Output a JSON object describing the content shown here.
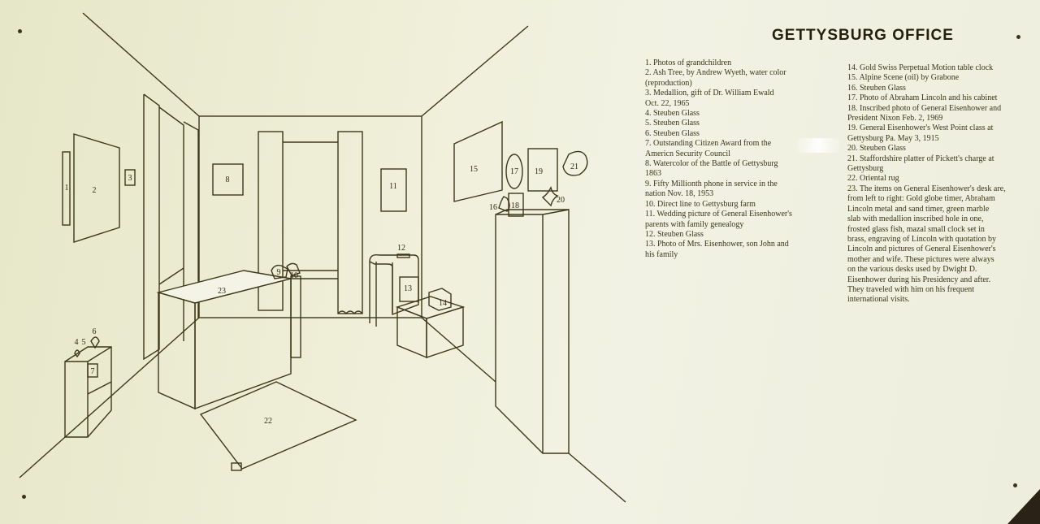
{
  "title": "GETTYSBURG OFFICE",
  "labels": [
    "1",
    "2",
    "3",
    "4",
    "5",
    "6",
    "7",
    "8",
    "9",
    "10",
    "11",
    "12",
    "13",
    "14",
    "15",
    "16",
    "17",
    "18",
    "19",
    "20",
    "21",
    "22",
    "23"
  ],
  "legend_col1": [
    "1. Photos of grandchildren",
    "2. Ash Tree, by Andrew Wyeth, water color",
    "(reproduction)",
    "3. Medallion, gift of Dr. William Ewald",
    "Oct. 22, 1965",
    "4. Steuben Glass",
    "5. Steuben Glass",
    "6. Steuben Glass",
    "7. Outstanding Citizen Award from the",
    "Americn Security Council",
    "8. Watercolor of the Battle of Gettysburg",
    "1863",
    "9. Fifty Millionth phone in service in the",
    "nation Nov. 18, 1953",
    "10. Direct line to Gettysburg farm",
    "11. Wedding picture of General Eisenhower's",
    "parents with family genealogy",
    "12. Steuben Glass",
    "13. Photo of Mrs. Eisenhower, son John and",
    "his family"
  ],
  "legend_col2": [
    "14. Gold Swiss Perpetual Motion table clock",
    "15. Alpine Scene (oil) by Grabone",
    "16. Steuben Glass",
    "17. Photo of Abraham Lincoln and his cabinet",
    "18. Inscribed photo of General Eisenhower and",
    "President Nixon Feb. 2, 1969",
    "19. General Eisenhower's West Point class at",
    "Gettysburg Pa. May 3, 1915",
    "20. Steuben Glass",
    "21. Staffordshire platter of Pickett's charge at",
    "Gettysburg",
    "22. Oriental rug",
    "23. The items on General Eisenhower's desk are,",
    "from left to right: Gold globe timer, Abraham",
    "Lincoln metal and sand timer, green marble",
    "slab with medallion inscribed hole in one,",
    "frosted glass fish, mazal small clock set in",
    "brass, engraving of Lincoln with quotation by",
    "Lincoln and pictures of General Eisenhower's",
    "mother and wife. These pictures were always",
    "on the various desks used by Dwight D.",
    "Eisenhower during his Presidency and after.",
    "They traveled with him on his frequent",
    "international visits."
  ],
  "colors": {
    "board": "#efefd8",
    "ink": "#3e3818",
    "frame": "#2a2216"
  }
}
